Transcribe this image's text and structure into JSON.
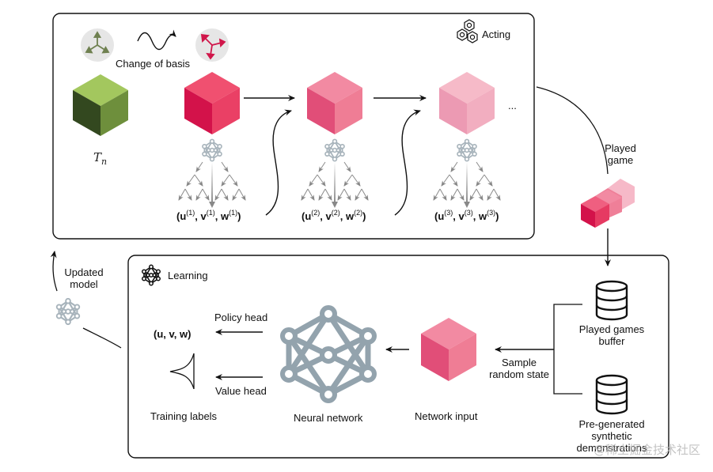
{
  "acting": {
    "title": "Acting",
    "change_of_basis_label": "Change of basis",
    "tensor_label": "T",
    "tensor_subscript": "n",
    "steps": [
      {
        "u": "u",
        "v": "v",
        "w": "w",
        "index": "(1)",
        "color": "#e0224f"
      },
      {
        "u": "u",
        "v": "v",
        "w": "w",
        "index": "(2)",
        "color": "#ec6b8a"
      },
      {
        "u": "u",
        "v": "v",
        "w": "w",
        "index": "(3)",
        "color": "#f2a6bb"
      }
    ],
    "ellipsis": "...",
    "played_game_label": [
      "Played",
      "game"
    ]
  },
  "learning": {
    "title": "Learning",
    "updated_model_label": [
      "Updated",
      "model"
    ],
    "training_target": "(u, v, w)",
    "policy_head_label": "Policy head",
    "value_head_label": "Value head",
    "training_labels": "Training labels",
    "neural_network_label": "Neural network",
    "network_input_label": "Network input",
    "sample_label": [
      "Sample",
      "random state"
    ],
    "buffer_label": [
      "Played games",
      "buffer"
    ],
    "synthetic_label": [
      "Pre-generated",
      "synthetic",
      "demonstrations"
    ]
  },
  "colors": {
    "tensor_green": "#6e8f3c",
    "cube_red": "#e0224f",
    "network_gray": "#93a3ad",
    "basis_green": "#6f8050",
    "basis_red": "#d0164a"
  },
  "watermark": "@稀土掘金技术社区"
}
